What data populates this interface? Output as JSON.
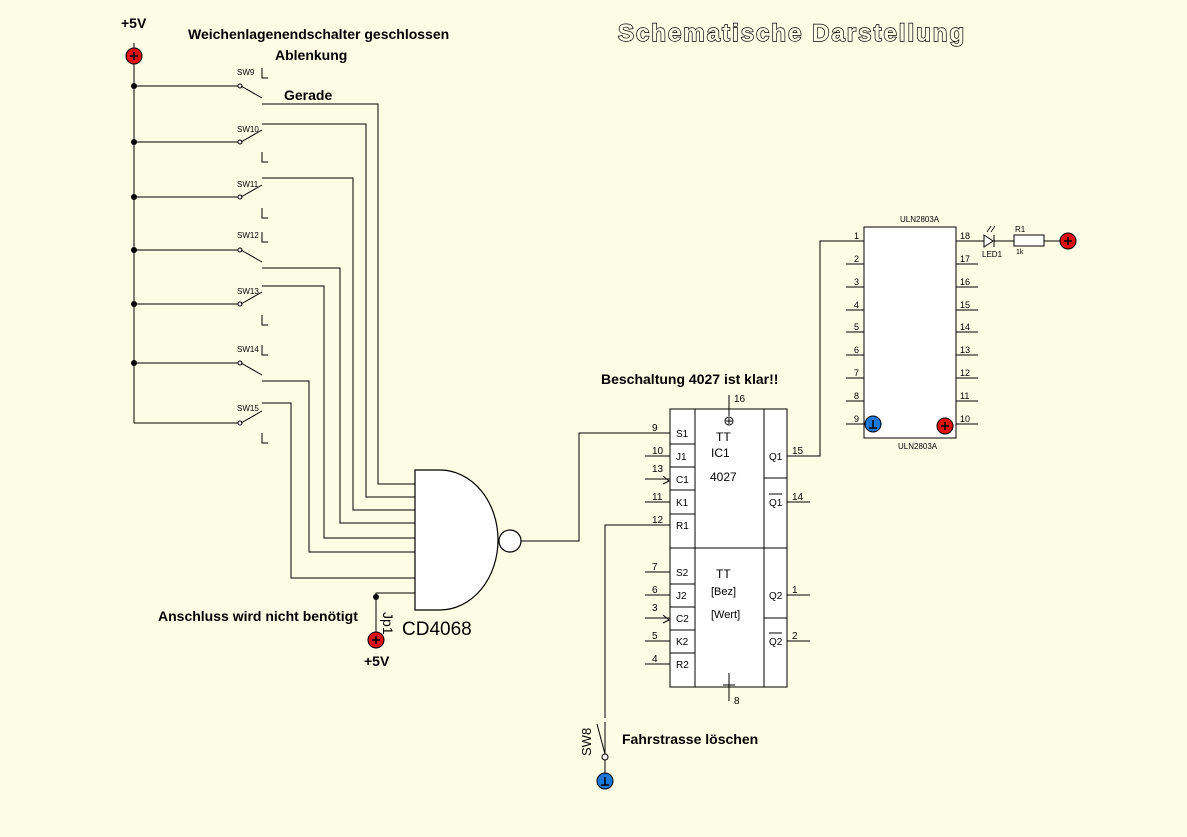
{
  "title": "Schematische Darstellung",
  "labels": {
    "vcc_top": "+5V",
    "vcc_bottom": "+5V",
    "switch_heading": "Weichenlagenendschalter geschlossen",
    "ablenkung": "Ablenkung",
    "gerade": "Gerade",
    "beschaltung": "Beschaltung 4027 ist klar!!",
    "anschluss": "Anschluss wird nicht benötigt",
    "jumper": "Jp1",
    "nand_name": "CD4068",
    "fahrstrasse": "Fahrstrasse löschen",
    "reset_switch": "SW8"
  },
  "switches": [
    "SW9",
    "SW10",
    "SW11",
    "SW12",
    "SW13",
    "SW14",
    "SW15"
  ],
  "ic4027": {
    "top_text": "TT",
    "name": "IC1",
    "type": "4027",
    "bottom_top_text": "TT",
    "bez": "[Bez]",
    "wert": "[Wert]",
    "vdd_pin": "16",
    "gnd_pin": "8",
    "left_top": [
      {
        "pin": "9",
        "name": "S1"
      },
      {
        "pin": "10",
        "name": "J1"
      },
      {
        "pin": "13",
        "name": "C1"
      },
      {
        "pin": "11",
        "name": "K1"
      },
      {
        "pin": "12",
        "name": "R1"
      }
    ],
    "left_bottom": [
      {
        "pin": "7",
        "name": "S2"
      },
      {
        "pin": "6",
        "name": "J2"
      },
      {
        "pin": "3",
        "name": "C2"
      },
      {
        "pin": "5",
        "name": "K2"
      },
      {
        "pin": "4",
        "name": "R2"
      }
    ],
    "right": [
      {
        "pin": "15",
        "name": "Q1"
      },
      {
        "pin": "14",
        "name": "Q1"
      },
      {
        "pin": "1",
        "name": "Q2"
      },
      {
        "pin": "2",
        "name": "Q2"
      }
    ]
  },
  "uln": {
    "name_top": "ULN2803A",
    "name_bottom": "ULN2803A",
    "left_pins": [
      "1",
      "2",
      "3",
      "4",
      "5",
      "6",
      "7",
      "8",
      "9"
    ],
    "right_pins": [
      "18",
      "17",
      "16",
      "15",
      "14",
      "13",
      "12",
      "11",
      "10"
    ]
  },
  "led": {
    "name": "LED1"
  },
  "resistor": {
    "name": "R1",
    "value": "1k"
  },
  "colors": {
    "background": "#fdfde6",
    "vcc_terminal": "#e01010",
    "gnd_terminal": "#1a78d8",
    "wire": "#000000"
  }
}
